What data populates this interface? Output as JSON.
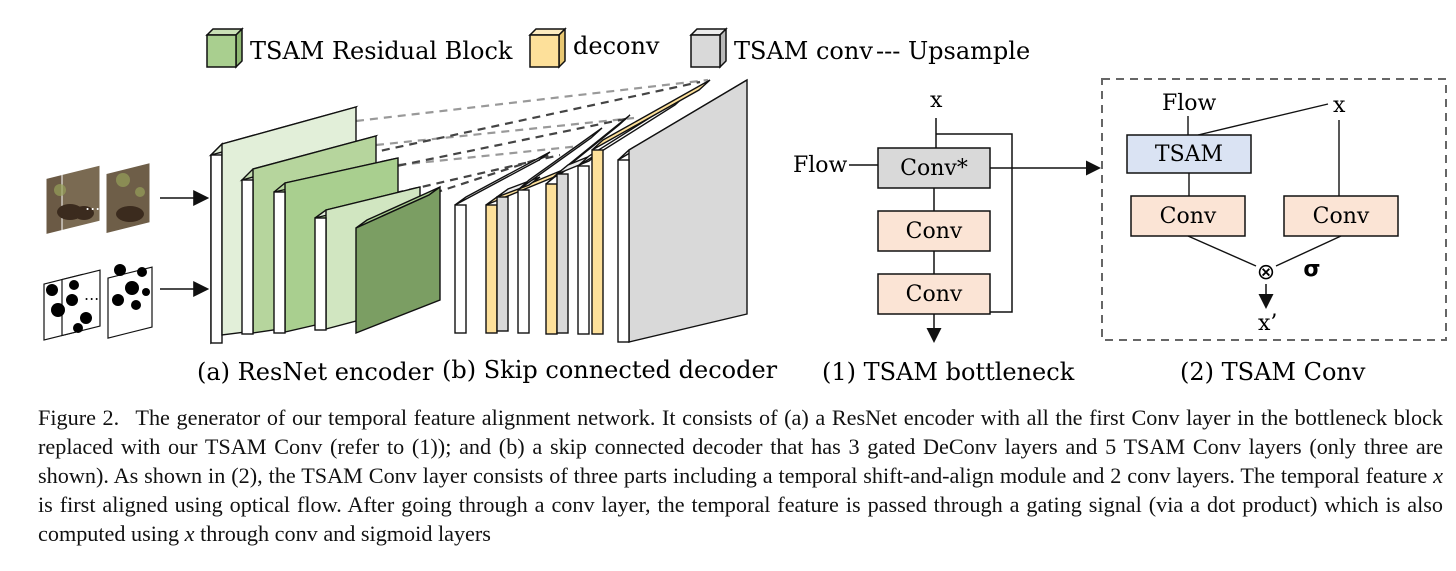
{
  "legend": {
    "items": [
      {
        "label": "TSAM Residual Block",
        "color": "#a9cf8f"
      },
      {
        "label": "deconv",
        "color": "#fde09a"
      },
      {
        "label": "TSAM conv",
        "color": "#d9d9d9"
      },
      {
        "label": "--- Upsample",
        "color": "#444444"
      }
    ]
  },
  "panels": {
    "a": {
      "label": "(a) ResNet encoder"
    },
    "b": {
      "label": "(b) Skip connected decoder"
    },
    "one": {
      "label": "(1) TSAM bottleneck"
    },
    "two": {
      "label": "(2) TSAM Conv"
    }
  },
  "bottleneck": {
    "input_x": "x",
    "flow": "Flow",
    "conv_star": "Conv*",
    "conv1": "Conv",
    "conv2": "Conv"
  },
  "tsam_conv": {
    "flow": "Flow",
    "input_x": "x",
    "tsam": "TSAM",
    "conv_left": "Conv",
    "conv_right": "Conv",
    "otimes": "⊗",
    "sigmoid": "σ",
    "output": "x’"
  },
  "colors": {
    "green_light": "#e2efd9",
    "green_mid": "#a9cf8f",
    "green_dark": "#7b9e63",
    "yellow": "#fde09a",
    "gray": "#d9d9d9",
    "tsam_blue": "#dae3f3",
    "conv_peach": "#fbe4d5"
  },
  "caption": {
    "fig_label": "Figure 2.",
    "segments": [
      "The generator of our temporal feature alignment network. It consists of (a) a ResNet encoder with all the first Conv layer in the bottleneck block replaced with our TSAM Conv (refer to (1)); and (b) a skip connected decoder that has 3 gated DeConv layers and 5 TSAM Conv layers (only three are shown). As shown in (2), the TSAM Conv layer consists of three parts including a temporal shift-and-align module and 2 conv layers. The temporal feature ",
      "x",
      " is first aligned using optical flow. After going through a conv layer, the temporal feature is passed through a gating signal (via a dot product) which is also computed using ",
      "x",
      " through conv and sigmoid layers"
    ]
  }
}
